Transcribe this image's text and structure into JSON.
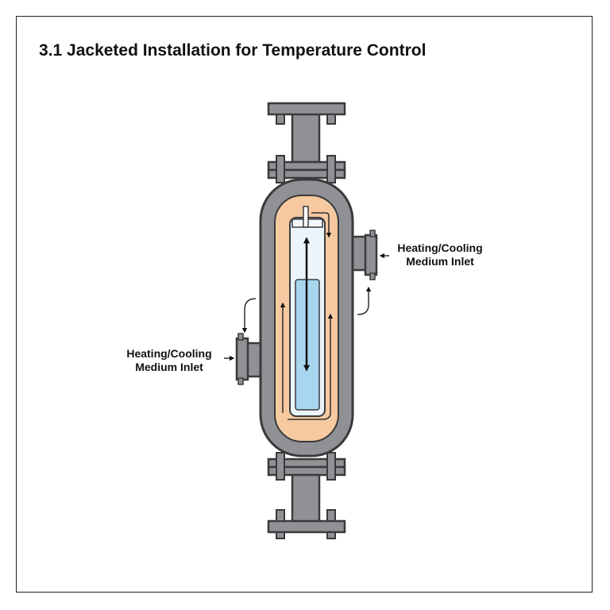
{
  "title": "3.1 Jacketed Installation for Temperature Control",
  "labels": {
    "right_inlet": {
      "line1": "Heating/Cooling",
      "line2": "Medium Inlet"
    },
    "left_inlet": {
      "line1": "Heating/Cooling",
      "line2": "Medium Inlet"
    }
  },
  "colors": {
    "steel": "#8f9194",
    "steel_outline": "#3a3a3c",
    "jacket_fill": "#f6c9a0",
    "liquid": "#a9d6ef",
    "glass": "#eaf4fa",
    "frame": "#222222"
  }
}
